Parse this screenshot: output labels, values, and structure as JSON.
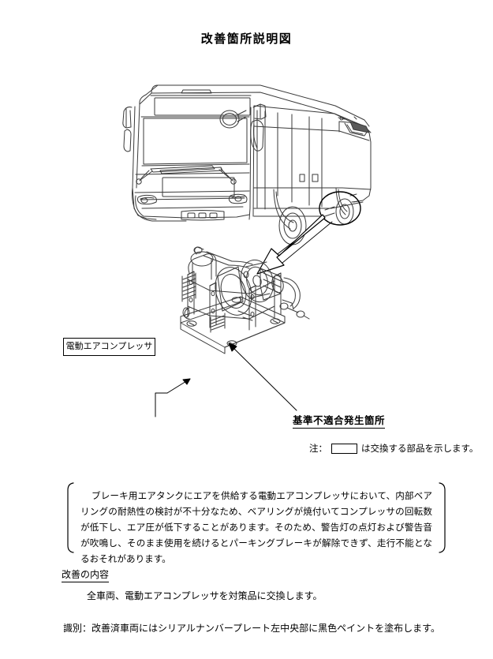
{
  "document": {
    "title": "改善箇所説明図"
  },
  "figure": {
    "bus_alt": "bus-line-drawing",
    "compressor_alt": "electric-air-compressor-line-drawing",
    "highlight_marker": "ellipse-around-rear-wheel-area",
    "big_arrow": "arrow-from-bus-to-compressor"
  },
  "labels": {
    "compressor": "電動エアコンプレッサ",
    "defect_location": "基準不適合発生箇所"
  },
  "note": {
    "prefix": "注：",
    "suffix": "は交換する部品を示します。"
  },
  "description": {
    "text": "ブレーキ用エアタンクにエアを供給する電動エアコンプレッサにおいて、内部ベアリングの耐熱性の検討が不十分なため、ベアリングが焼付いてコンプレッサの回転数が低下し、エア圧が低下することがあります。そのため、警告灯の点灯および警告音が吹鳴し、そのまま使用を続けるとパーキングブレーキが解除できず、走行不能となるおそれがあります。"
  },
  "improvement": {
    "heading": "改善の内容",
    "body": "全車両、電動エアコンプレッサを対策品に交換します。"
  },
  "identification": {
    "text": "識別：改善済車両にはシリアルナンバープレート左中央部に黒色ペイントを塗布します。"
  },
  "colors": {
    "line": "#3a3a3a",
    "text": "#000000",
    "background": "#ffffff"
  }
}
